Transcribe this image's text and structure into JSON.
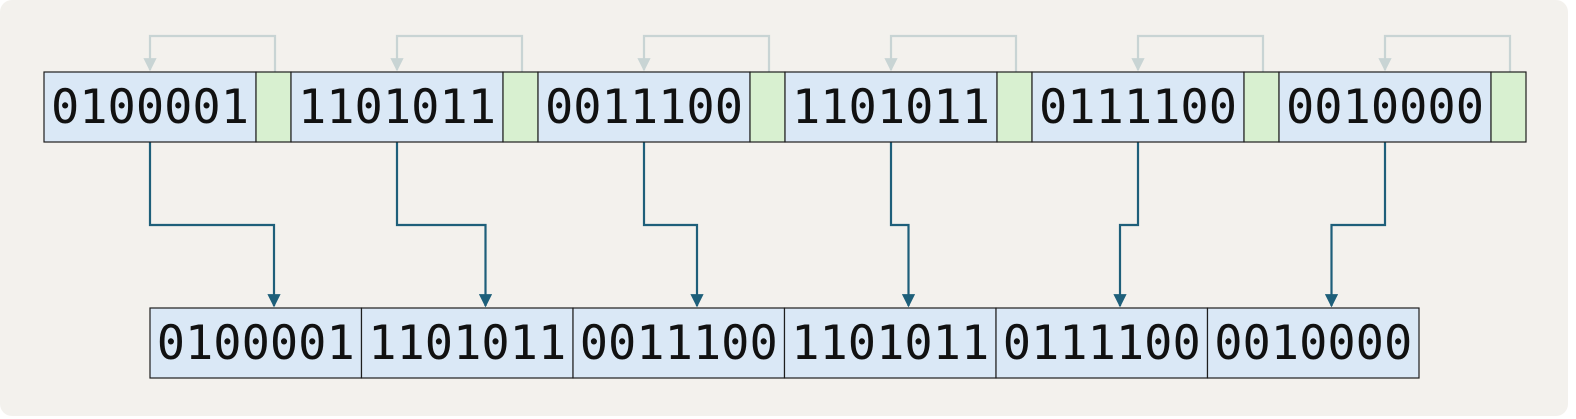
{
  "colors": {
    "background": "#f3f1ed",
    "byte_fill": "#dae8f6",
    "parity_fill": "#d8f0d0",
    "box_stroke": "#1e1e1e",
    "feedback_arrow": "#c8d4d4",
    "transfer_arrow": "#1e5f7a",
    "text": "#111111"
  },
  "top_row": [
    {
      "bits": "0100001"
    },
    {
      "bits": "1101011"
    },
    {
      "bits": "0011100"
    },
    {
      "bits": "1101011"
    },
    {
      "bits": "0111100"
    },
    {
      "bits": "0010000"
    }
  ],
  "bottom_row": [
    {
      "bits": "0100001"
    },
    {
      "bits": "1101011"
    },
    {
      "bits": "0011100"
    },
    {
      "bits": "1101011"
    },
    {
      "bits": "0111100"
    },
    {
      "bits": "0010000"
    }
  ]
}
